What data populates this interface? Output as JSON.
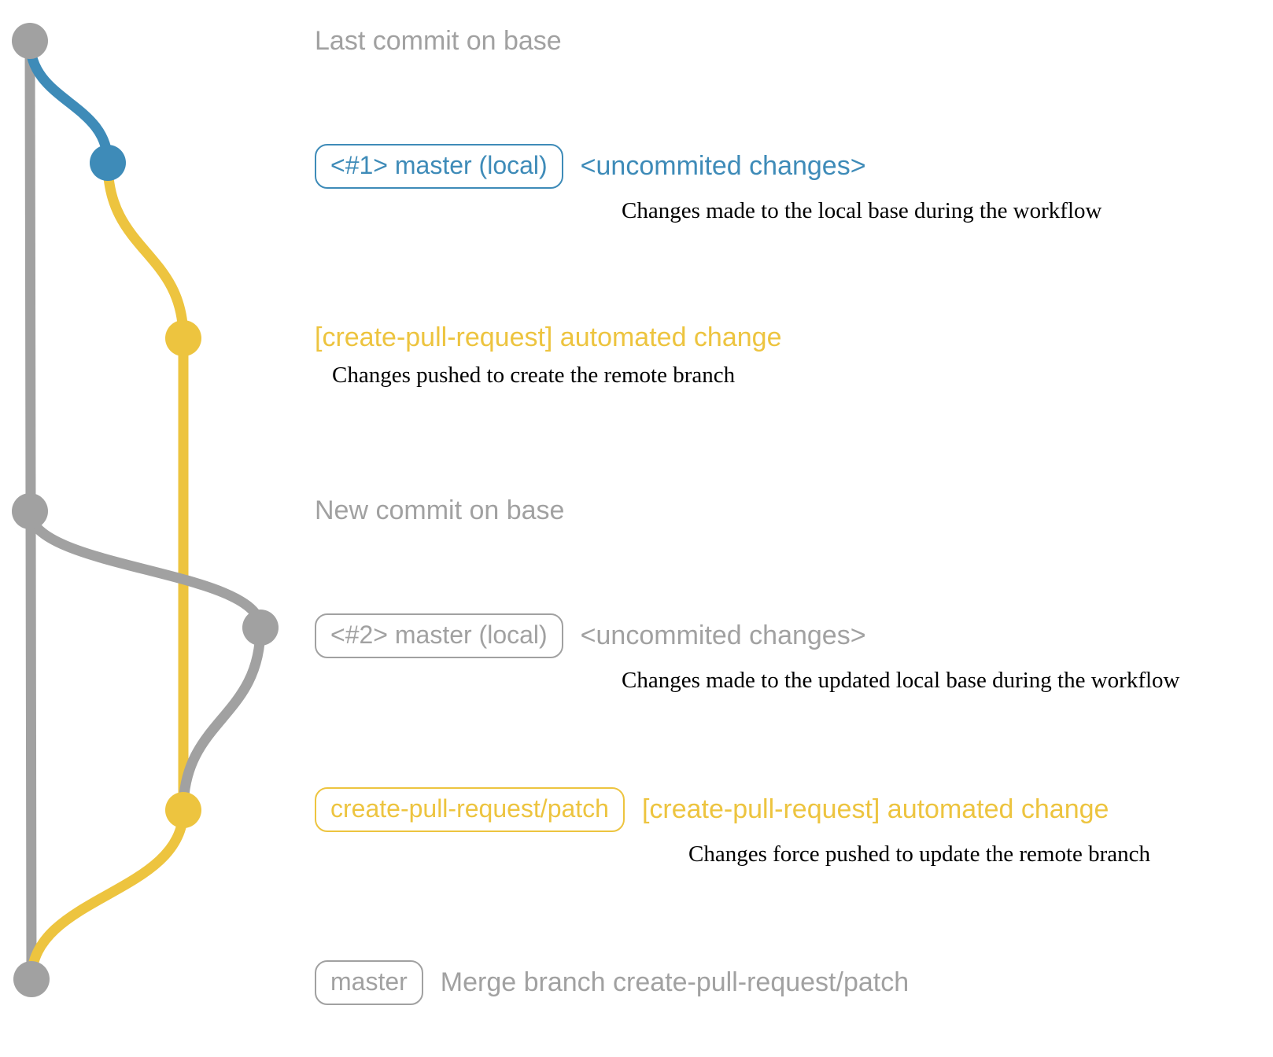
{
  "colors": {
    "gray": "#a1a1a1",
    "blue": "#3e8bb8",
    "yellow": "#edc43f",
    "ink": "#000000"
  },
  "annotations": {
    "last_commit": {
      "label": "Last commit on base"
    },
    "local1": {
      "badge": "<#1> master (local)",
      "label": "<uncommited changes>",
      "desc": "Changes made to the local base during the workflow"
    },
    "push1": {
      "label": "[create-pull-request] automated change",
      "desc": "Changes pushed to create the remote branch"
    },
    "new_commit": {
      "label": "New commit on base"
    },
    "local2": {
      "badge": "<#2> master (local)",
      "label": "<uncommited changes>",
      "desc": "Changes made to the updated local base during the workflow"
    },
    "push2": {
      "badge": "create-pull-request/patch",
      "label": "[create-pull-request] automated change",
      "desc": "Changes force pushed to update the remote branch"
    },
    "merge": {
      "badge": "master",
      "label": "Merge branch create-pull-request/patch"
    }
  }
}
